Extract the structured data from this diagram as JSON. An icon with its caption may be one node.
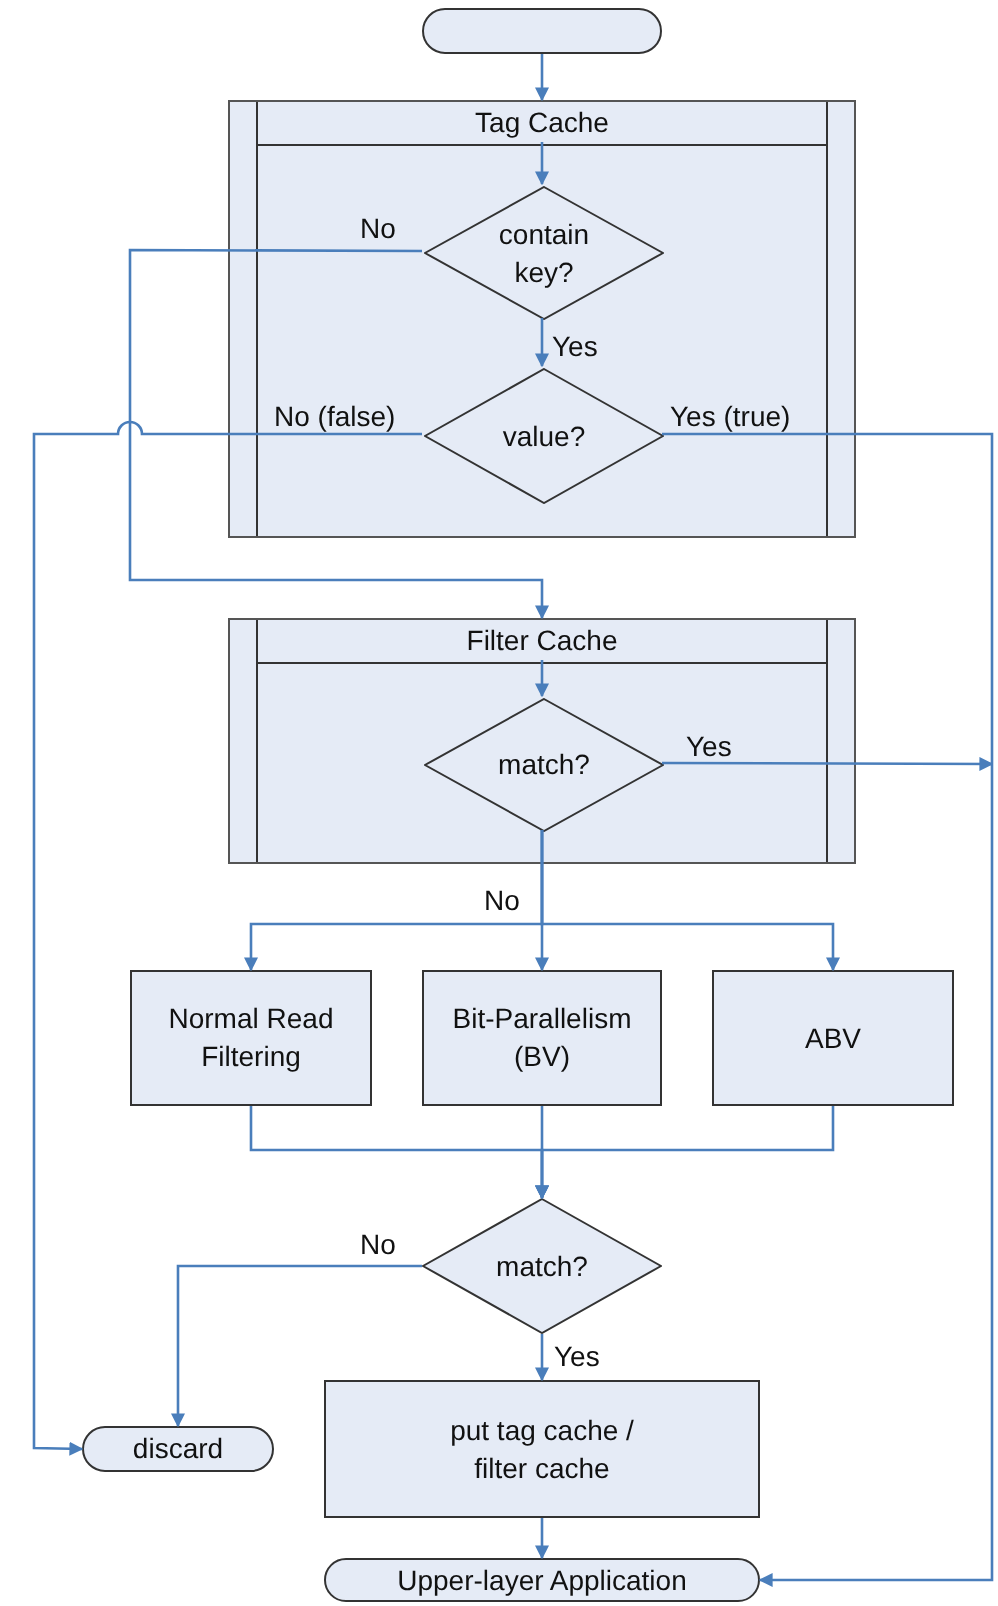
{
  "diagram": {
    "nodes": [
      {
        "text": [],
        "shape": "capsule"
      },
      {
        "text": [
          "Tag Cache"
        ]
      },
      {
        "text": [
          "contain key?"
        ],
        "in": 1
      },
      {
        "text": [
          "value?"
        ],
        "in": 1
      },
      {
        "text": [
          "Filter Cache"
        ]
      },
      {
        "text": [
          "match?"
        ],
        "in": 4
      },
      {
        "text": [
          "Normal Read Filtering"
        ]
      },
      {
        "text": [
          "Bit-Parallelism (BV)"
        ]
      },
      {
        "text": [
          "ABV"
        ]
      },
      {
        "text": [
          "match?"
        ]
      },
      {
        "text": [
          "discard"
        ]
      },
      {
        "text": [
          "put tag cache / filter cache"
        ]
      },
      {
        "text": [
          "Upper-layer Application"
        ]
      }
    ],
    "edges": [
      {
        "from": 0,
        "to": 1,
        "arrow": "to"
      },
      {
        "from": 1,
        "to": 2,
        "arrow": "to"
      },
      {
        "from": 2,
        "to": 3,
        "arrow": "to",
        "label": "Yes"
      },
      {
        "from": 2,
        "to": 4,
        "arrow": "to",
        "label": "No"
      },
      {
        "from": 3,
        "to": 10,
        "arrow": "to",
        "label": "No (false)"
      },
      {
        "from": 3,
        "to": 12,
        "arrow": "to",
        "label": "Yes (true)"
      },
      {
        "from": 4,
        "to": 5,
        "arrow": "to"
      },
      {
        "from": 5,
        "to": null,
        "arrow": "to",
        "label": "Yes"
      },
      {
        "from": 5,
        "to": 6,
        "arrow": "to"
      },
      {
        "from": 5,
        "to": 7,
        "arrow": "to",
        "label": "No"
      },
      {
        "from": 5,
        "to": 8,
        "arrow": "to"
      },
      {
        "from": 6,
        "to": 9,
        "arrow": "to"
      },
      {
        "from": 7,
        "to": 9,
        "arrow": "to"
      },
      {
        "from": 8,
        "to": 9,
        "arrow": "to"
      },
      {
        "from": 9,
        "to": 10,
        "arrow": "to",
        "label": "No"
      },
      {
        "from": 9,
        "to": 11,
        "arrow": "to",
        "label": "Yes"
      },
      {
        "from": 11,
        "to": 12,
        "arrow": "to"
      }
    ]
  }
}
